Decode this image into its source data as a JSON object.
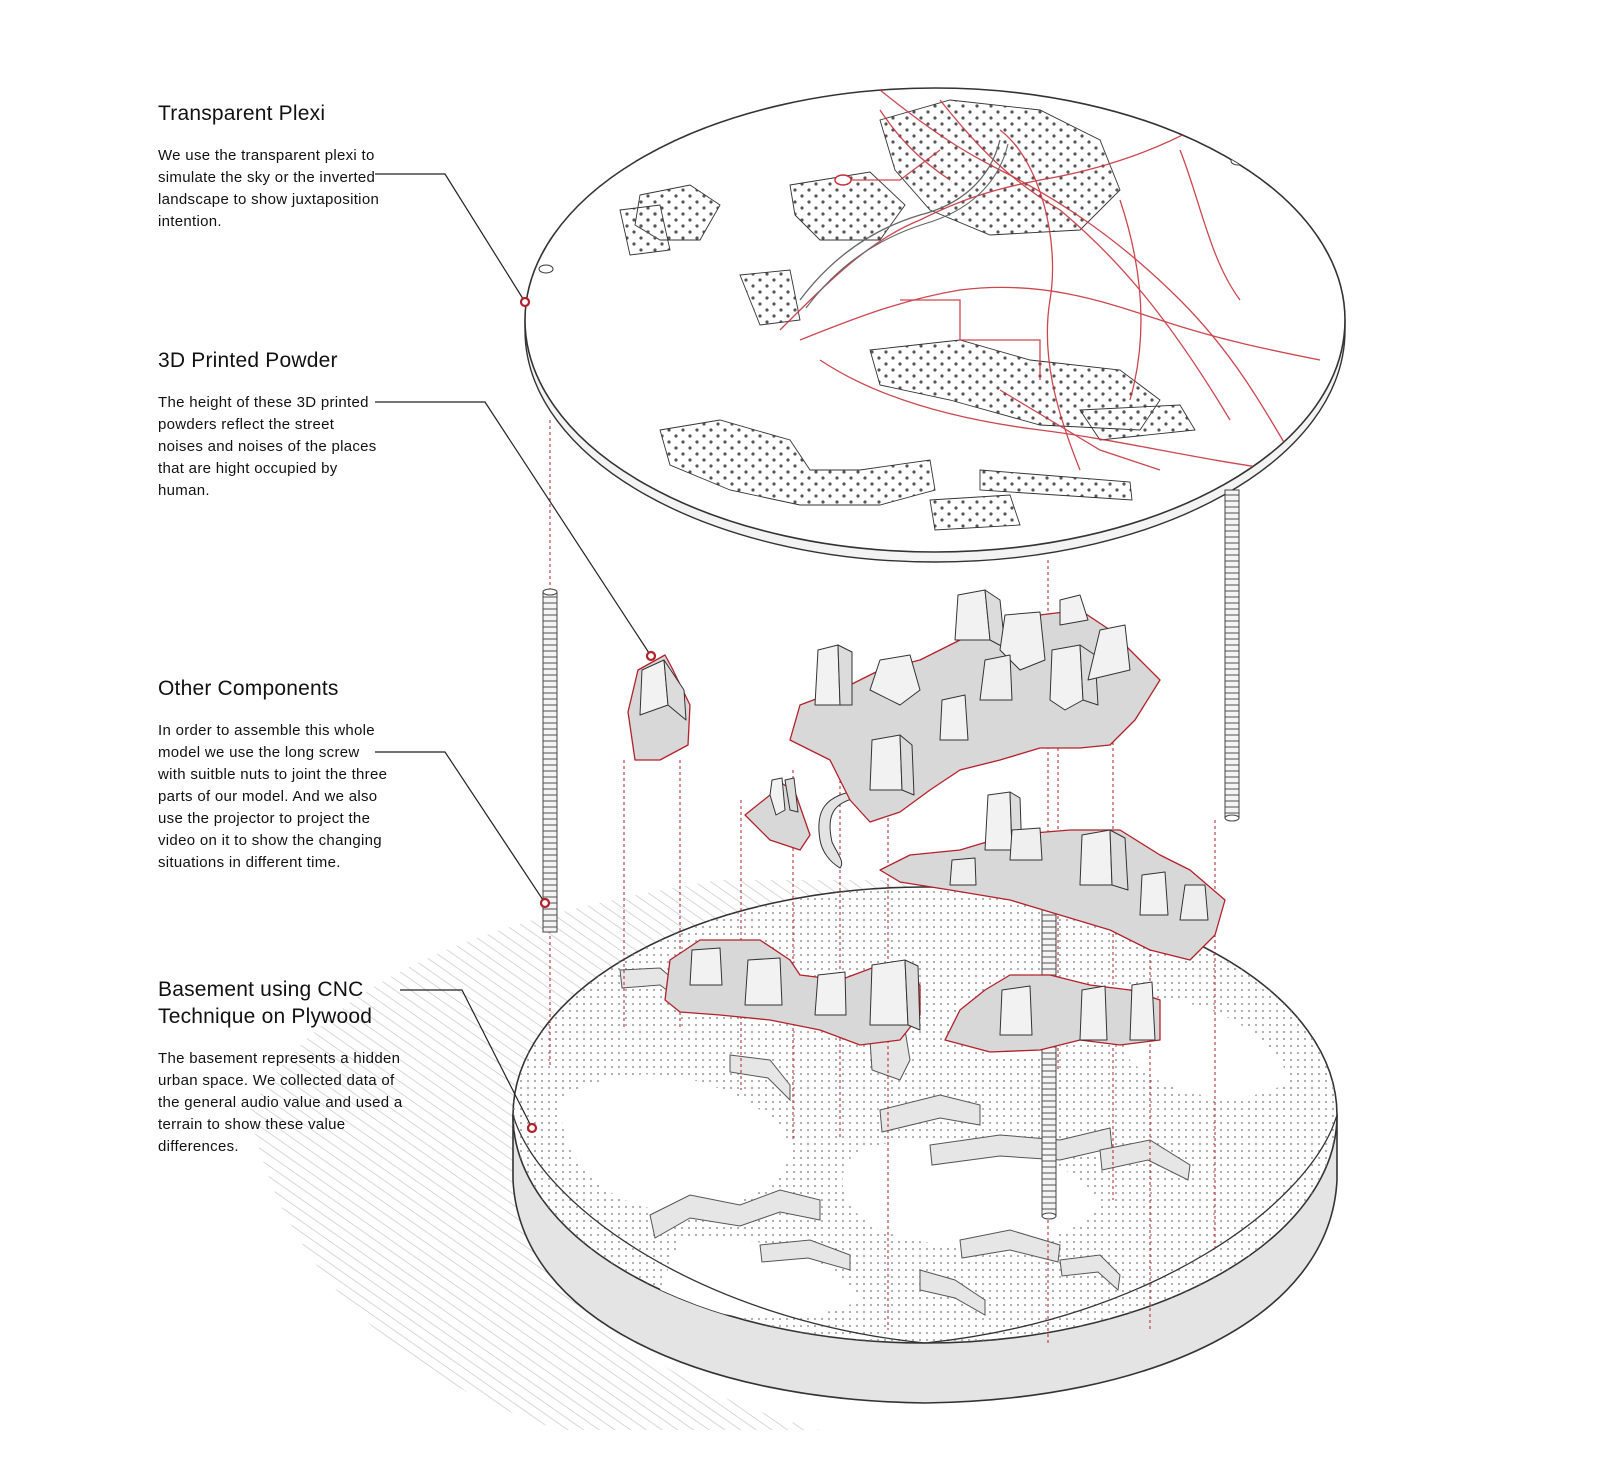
{
  "callouts": [
    {
      "title": "Transparent Plexi",
      "body": "We use the transparent plexi to simulate the sky or the inverted landscape to show juxtaposition intention."
    },
    {
      "title": "3D Printed Powder",
      "body": "The height of these 3D printed powders reflect the street noises and noises of the places that are hight occupied by human."
    },
    {
      "title": "Other Components",
      "body": "In order to assemble this whole model we use the long screw with suitble nuts to joint the three parts of our model. And we also use the projector to project the video on it to show the changing situations in different time."
    },
    {
      "title": "Basement using CNC\nTechnique on Plywood",
      "body": "The basement represents a hidden urban space. We collected data of the general audio value and used a terrain to show these value differences."
    }
  ],
  "colors": {
    "ink": "#222222",
    "accent_red": "#b3202a",
    "map_red": "#c8323c",
    "block_face": "#f2f2f2",
    "block_side": "#d8d8d8",
    "base_side": "#e6e6e6"
  }
}
